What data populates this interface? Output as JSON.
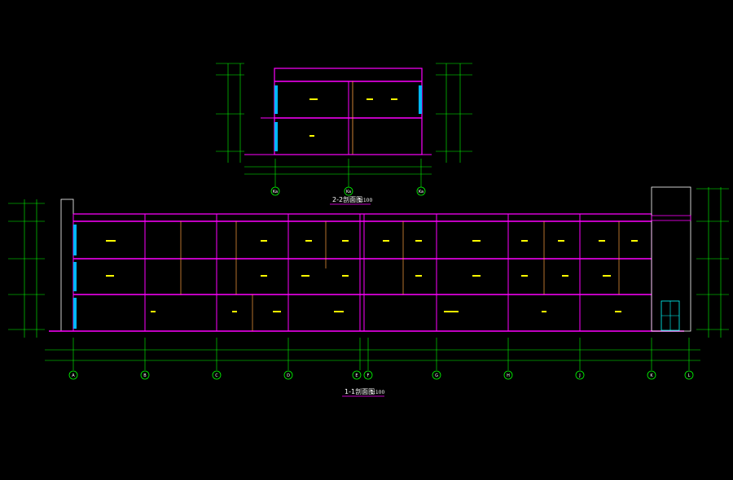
{
  "colors": {
    "background": "#000000",
    "grid": "#00ff00",
    "slab": "#ff00ff",
    "column": "#ff00ff",
    "room_label": "#ffff00",
    "dimension": "#ffffff",
    "window": "#00b7ff",
    "title": "#ffffff",
    "wall": "#ff8000"
  },
  "section_1": {
    "title": "1-1剖面图",
    "scale": "1:100",
    "axis_labels": [
      "A",
      "B",
      "C",
      "D",
      "E",
      "F",
      "G",
      "H",
      "J",
      "K",
      "L"
    ]
  },
  "section_2": {
    "title": "2-2剖面图",
    "scale": "1:100",
    "axis_labels": [
      "Ka",
      "Ka",
      "Ka"
    ]
  }
}
